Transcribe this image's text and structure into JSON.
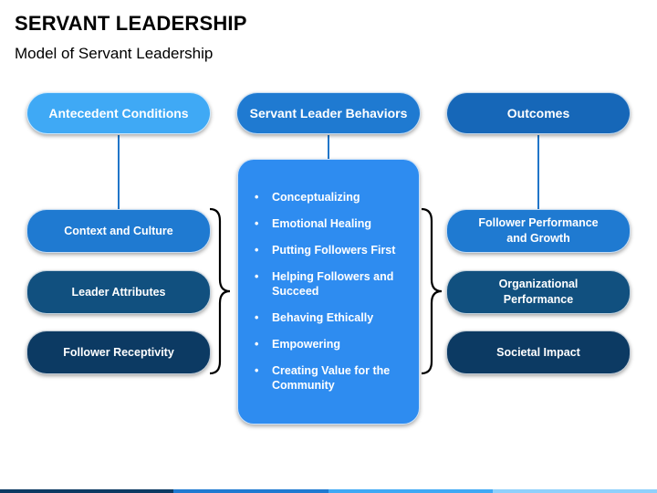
{
  "title": "SERVANT LEADERSHIP",
  "subtitle": "Model of Servant Leadership",
  "columns": {
    "left": {
      "header": "Antecedent Conditions",
      "items": [
        "Context and Culture",
        "Leader Attributes",
        "Follower Receptivity"
      ]
    },
    "center": {
      "header": "Servant Leader Behaviors",
      "bullet": "•",
      "items": [
        "Conceptualizing",
        "Emotional Healing",
        "Putting Followers First",
        "Helping Followers and Succeed",
        "Behaving Ethically",
        "Empowering",
        "Creating Value for the Community"
      ]
    },
    "right": {
      "header": "Outcomes",
      "items": [
        "Follower Performance and Growth",
        "Organizational Performance",
        "Societal Impact"
      ]
    }
  },
  "colors": {
    "light_blue": "#3fa9f5",
    "mid_blue": "#1f7ad1",
    "blue": "#1667b8",
    "dark_blue": "#11507f",
    "navy": "#0c3a63",
    "center_fill": "#2e8cf0",
    "connector": "#2176c9"
  }
}
